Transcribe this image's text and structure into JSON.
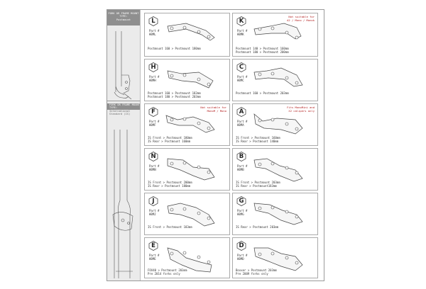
{
  "sections": [
    {
      "title": "FORK OR FRAME MOUNT TYPE:",
      "subtitle": "Postmount"
    },
    {
      "title": "FORK OR FRAME MOUNT TYPE:",
      "subtitle": "International Standard (IS)"
    }
  ],
  "part_label": "Part #",
  "adaptors": [
    {
      "letter": "L",
      "part": "HBML",
      "note": "",
      "lines": [
        "Postmount 160 > Postmount 180mm",
        ""
      ]
    },
    {
      "letter": "K",
      "part": "HBMK",
      "note": "Not suitable for\nA2 / Mono / Monok",
      "lines": [
        "Postmount 140 > Postmount 160mm",
        "Postmount 180 > Postmount 200mm"
      ]
    },
    {
      "letter": "H",
      "part": "HBMH",
      "note": "",
      "lines": [
        "Postmount 160 > Postmount 183mm",
        "Postmount 180 > Postmount 203mm"
      ]
    },
    {
      "letter": "C",
      "part": "HBMC",
      "note": "",
      "lines": [
        "Postmount 160 > Postmount 203mm",
        ""
      ]
    },
    {
      "letter": "F",
      "part": "HBMF",
      "note": "Not suitable for\nMonoM / Mono",
      "lines": [
        "IS Front > Postmount 180mm",
        "IS Rear > Postmount 160mm"
      ]
    },
    {
      "letter": "A",
      "part": "HBMA",
      "note": "Fits MonoMini and\nX2 calipers only",
      "lines": [
        "IS Front > Postmount 160mm",
        "IS Rear > Postmount 140mm"
      ]
    },
    {
      "letter": "N",
      "part": "HBMN",
      "note": "",
      "lines": [
        "IS Front > Postmount 200mm",
        "IS Rear > Postmount 180mm"
      ]
    },
    {
      "letter": "B",
      "part": "HBMB",
      "note": "",
      "lines": [
        "IS Front > Postmount 203mm",
        "IS Rear > Postmount183mm"
      ]
    },
    {
      "letter": "J",
      "part": "HBMJ",
      "note": "",
      "lines": [
        "IS Front > Postmount 183mm",
        ""
      ]
    },
    {
      "letter": "G",
      "part": "HBMG",
      "note": "",
      "lines": [
        "IS Rear > Postmount 203mm",
        ""
      ]
    },
    {
      "letter": "E",
      "part": "HBME",
      "note": "",
      "lines": [
        "FOX40 > Postmount 203mm",
        "Pre 2014 forks only"
      ]
    },
    {
      "letter": "D",
      "part": "HBMD",
      "note": "",
      "lines": [
        "Boxxer > Postmount 203mm",
        "Pre 2009 forks only"
      ]
    }
  ],
  "icons": {
    "hex": "hexagon-letter-icon",
    "adaptor": "brake-adaptor-drawing-icon",
    "fork": "fork-leg-drawing-icon"
  }
}
